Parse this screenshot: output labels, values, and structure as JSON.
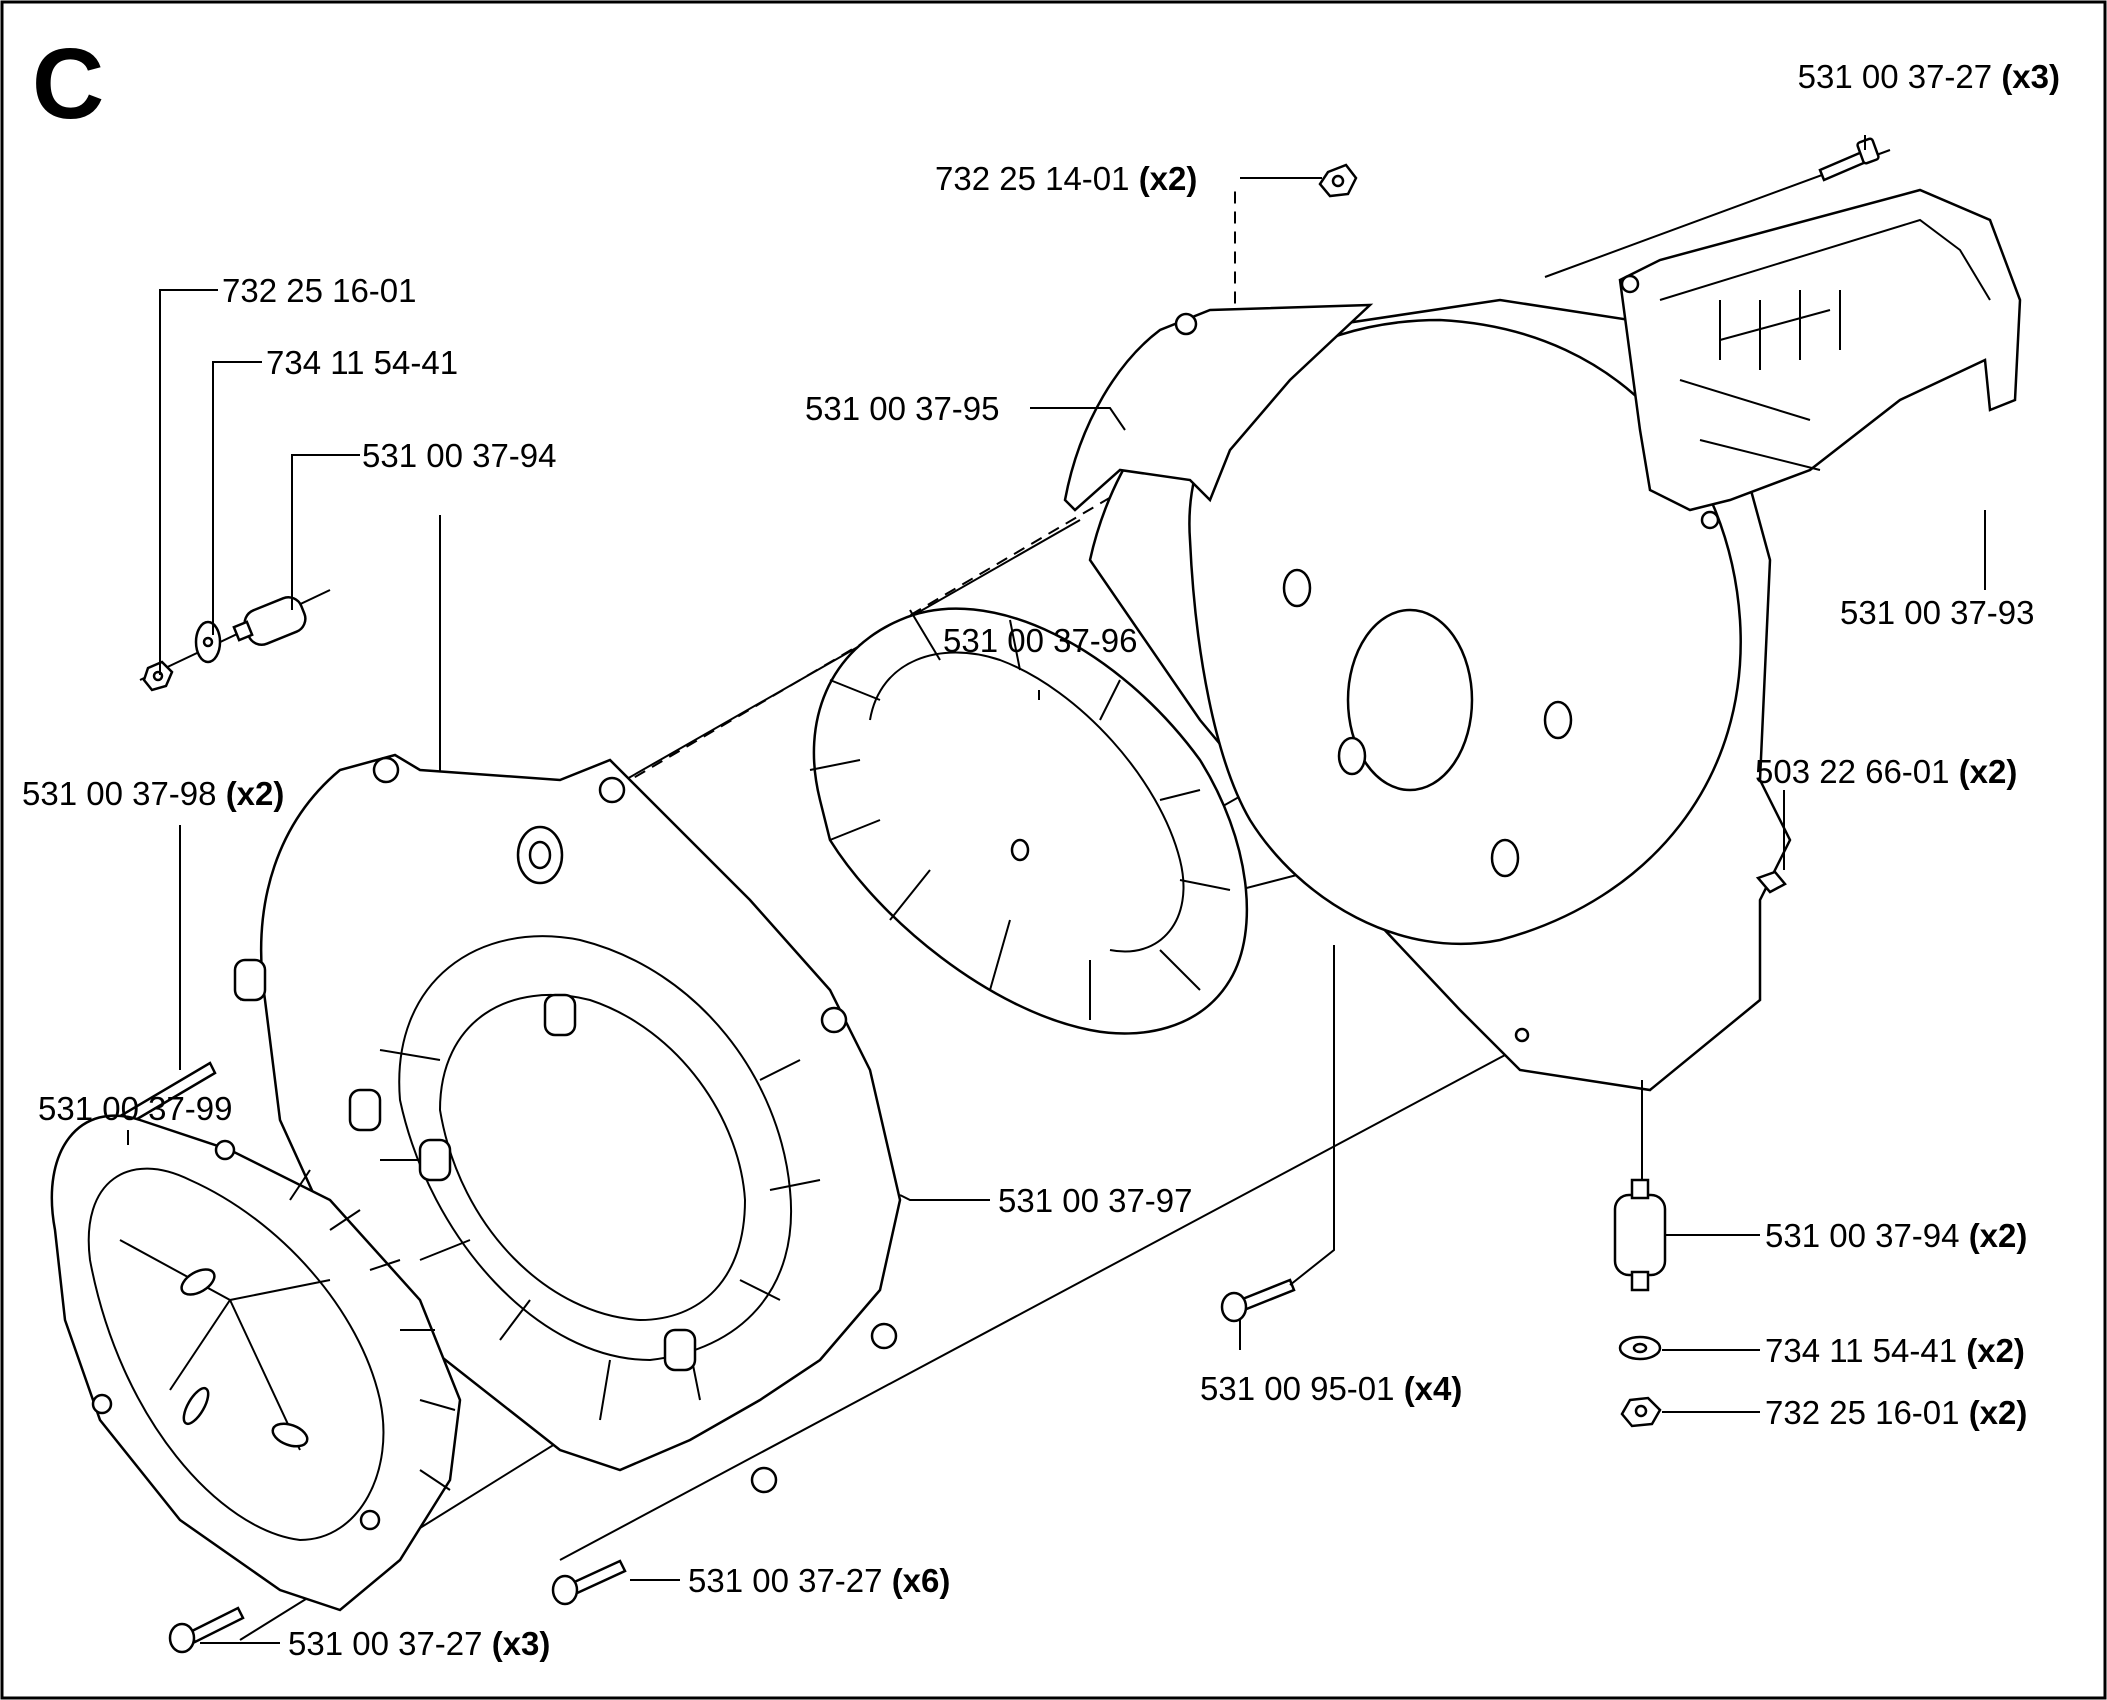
{
  "section_letter": "C",
  "callouts": [
    {
      "id": "c1",
      "part": "531 00 37-27",
      "qty": "(x3)"
    },
    {
      "id": "c2",
      "part": "732 25 14-01",
      "qty": "(x2)"
    },
    {
      "id": "c3",
      "part": "732 25 16-01",
      "qty": ""
    },
    {
      "id": "c4",
      "part": "734 11 54-41",
      "qty": ""
    },
    {
      "id": "c5",
      "part": "531 00 37-94",
      "qty": ""
    },
    {
      "id": "c6",
      "part": "531 00 37-95",
      "qty": ""
    },
    {
      "id": "c7",
      "part": "531 00 37-93",
      "qty": ""
    },
    {
      "id": "c8",
      "part": "531 00 37-96",
      "qty": ""
    },
    {
      "id": "c9",
      "part": "503 22 66-01",
      "qty": "(x2)"
    },
    {
      "id": "c10",
      "part": "531 00 37-98",
      "qty": "(x2)"
    },
    {
      "id": "c11",
      "part": "531 00 37-99",
      "qty": ""
    },
    {
      "id": "c12",
      "part": "531 00 37-97",
      "qty": ""
    },
    {
      "id": "c13",
      "part": "531 00 37-94",
      "qty": "(x2)"
    },
    {
      "id": "c14",
      "part": "734 11 54-41",
      "qty": "(x2)"
    },
    {
      "id": "c15",
      "part": "732 25 16-01",
      "qty": "(x2)"
    },
    {
      "id": "c16",
      "part": "531 00 95-01",
      "qty": "(x4)"
    },
    {
      "id": "c17",
      "part": "531 00 37-27",
      "qty": "(x6)"
    },
    {
      "id": "c18",
      "part": "531 00 37-27",
      "qty": "(x3)"
    }
  ]
}
